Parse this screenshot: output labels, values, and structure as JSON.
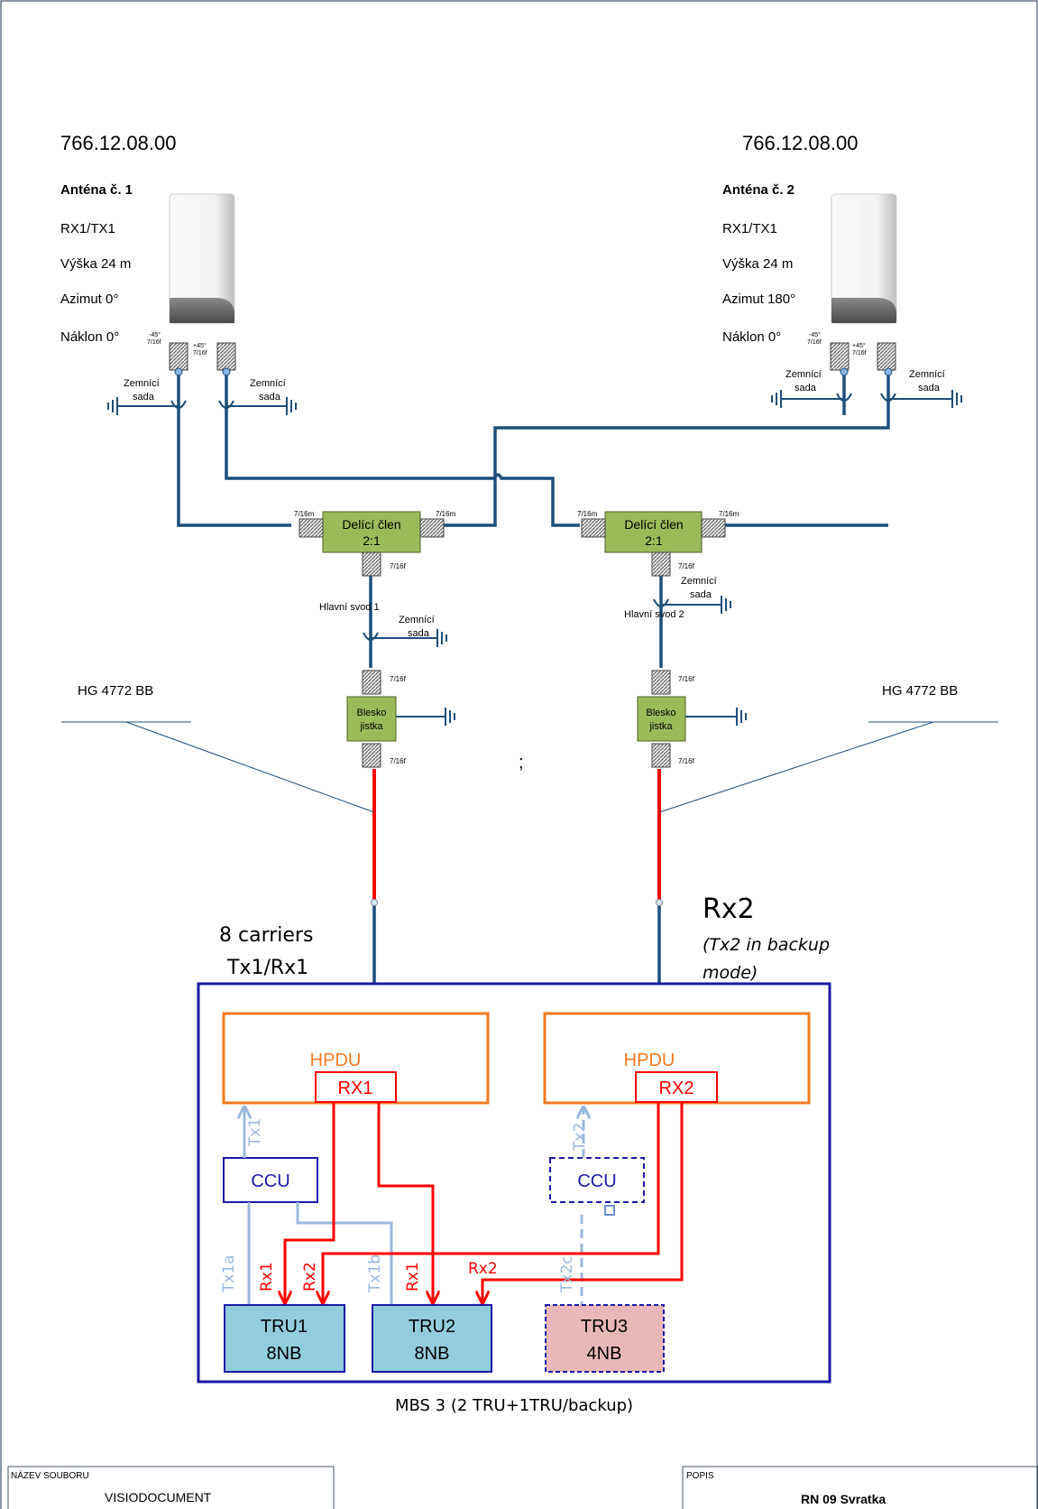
{
  "antenna1": {
    "code": "766.12.08.00",
    "title": "Anténa č. 1",
    "lines": [
      "RX1/TX1",
      "Výška 24 m",
      "Azimut 0°",
      "Náklon 0°"
    ],
    "port_minus": "-45°",
    "port_minus_type": "7/16f",
    "port_plus": "+45°",
    "port_plus_type": "7/16f"
  },
  "antenna2": {
    "code": "766.12.08.00",
    "title": "Anténa č. 2",
    "lines": [
      "RX1/TX1",
      "Výška 24 m",
      "Azimut 180°",
      "Náklon 0°"
    ],
    "port_minus": "-45°",
    "port_minus_type": "7/16f",
    "port_plus": "+45°",
    "port_plus_type": "7/16f"
  },
  "ground_kit": [
    "Zemnící",
    "sada"
  ],
  "splitter": {
    "line1": "Delící člen",
    "line2": "2:1",
    "left_port": "7/16m",
    "right_port": "7/16m",
    "bottom_port": "7/16f"
  },
  "feeder1": "Hlavní svod 1",
  "feeder2": "Hlavní svod 2",
  "connector_7_16f": "7/16f",
  "lightning": [
    "Blesko",
    "jistka"
  ],
  "cable_type": "HG 4772 BB",
  "semicolon": ";",
  "carriers_left": [
    "8 carriers",
    "Tx1/Rx1"
  ],
  "carriers_right": {
    "main": "Rx2",
    "note": [
      "(Tx2 in backup",
      "mode)"
    ]
  },
  "mbs": {
    "caption": "MBS 3 (2 TRU+1TRU/backup)",
    "hpdu": "HPDU",
    "rx1": "RX1",
    "rx2": "RX2",
    "ccu": "CCU",
    "tru1": [
      "TRU1",
      "8NB"
    ],
    "tru2": [
      "TRU2",
      "8NB"
    ],
    "tru3": [
      "TRU3",
      "4NB"
    ],
    "signals": {
      "tx1": "Tx1",
      "tx2": "Tx2",
      "tx1a": "Tx1a",
      "tx1b": "Tx1b",
      "tx2c": "Tx2c",
      "rx1": "Rx1",
      "rx2": "Rx2"
    }
  },
  "footer": {
    "left_label": "NÁZEV SOUBORU",
    "left_value": "VISIODOCUMENT",
    "right_label": "POPIS",
    "right_value": "RN 09 Svratka"
  },
  "colors": {
    "cable": "#1f4e79",
    "red": "#ff0000",
    "orange": "#f47a20",
    "navy": "#1a1aa6",
    "lightblue": "#9bb8dc",
    "green": "#9bbb59",
    "tru": "#92cddc",
    "tru_backup": "#e6b8b7"
  }
}
